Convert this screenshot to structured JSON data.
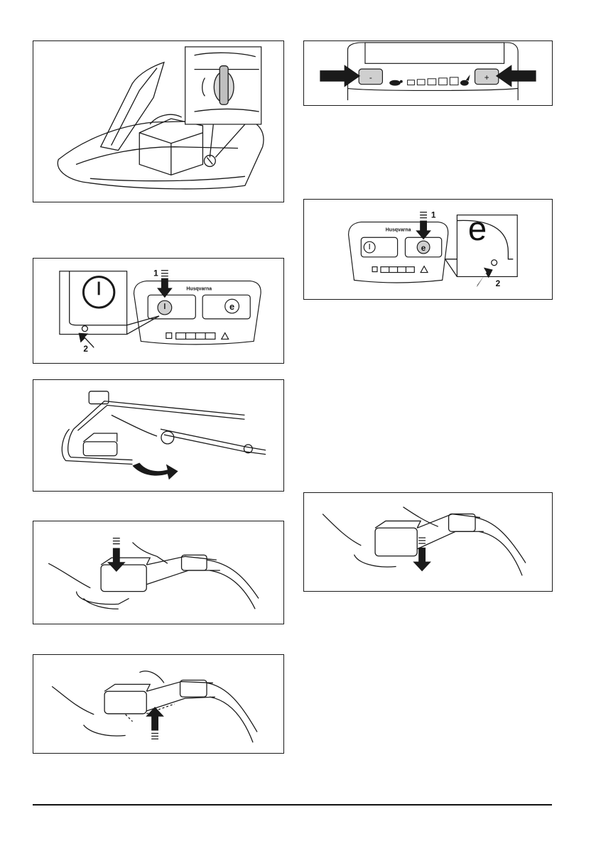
{
  "brand": "Husqvarna",
  "figures": {
    "power_left_callout_1": "1",
    "power_left_callout_2": "2",
    "eco_callout_1": "1",
    "eco_callout_2": "2",
    "speed_minus": "-",
    "speed_plus": "+"
  },
  "colors": {
    "line": "#1a1a1a",
    "button_fill": "#cfcfcf",
    "arrow": "#1a1a1a"
  }
}
